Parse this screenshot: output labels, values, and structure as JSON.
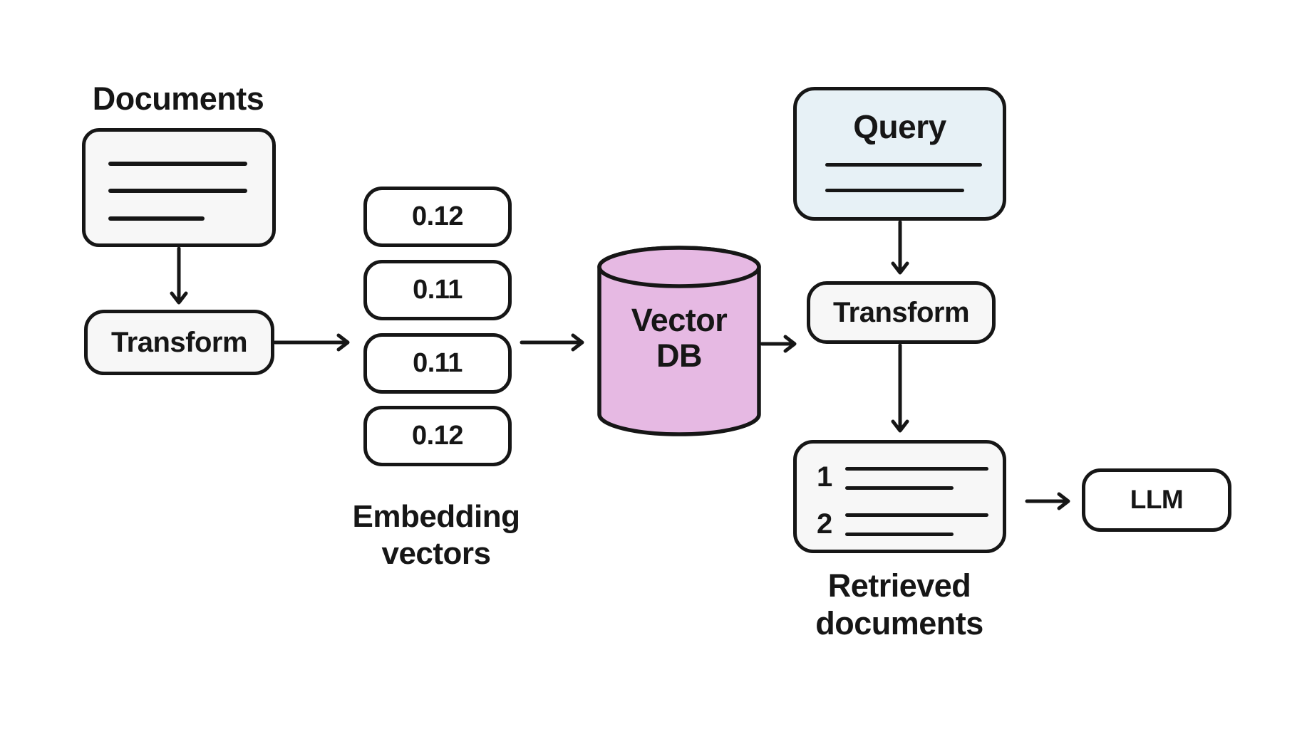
{
  "diagram": {
    "labels": {
      "documents": "Documents",
      "embedding_vectors": "Embedding vectors",
      "retrieved_documents": "Retrieved documents"
    },
    "nodes": {
      "transform_left": "Transform",
      "transform_right": "Transform",
      "vector_db": "Vector DB",
      "query_title": "Query",
      "llm": "LLM"
    },
    "embedding_values": [
      "0.12",
      "0.11",
      "0.11",
      "0.12"
    ],
    "retrieved_item_numbers": [
      "1",
      "2"
    ],
    "colors": {
      "stroke": "#161616",
      "box_gray": "#f7f7f7",
      "box_white": "#ffffff",
      "query_blue": "#e7f1f6",
      "vector_db_pink": "#e6b9e3",
      "background": "#ffffff"
    }
  }
}
